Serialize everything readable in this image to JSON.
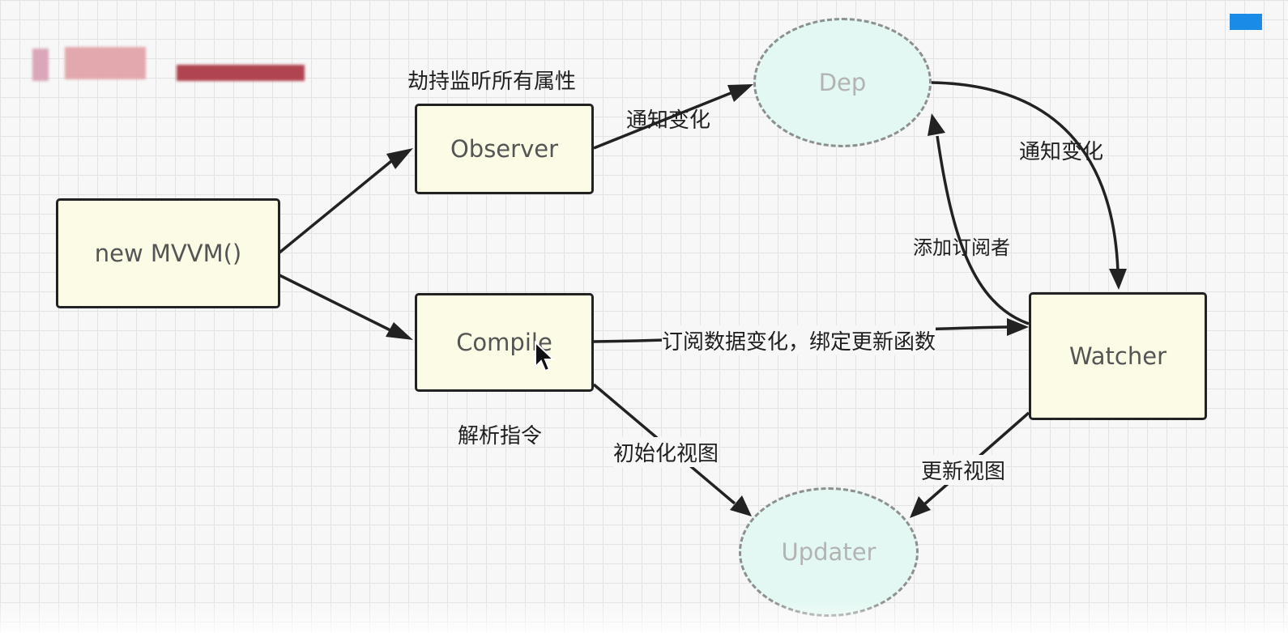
{
  "diagram": {
    "nodes": {
      "mvvm": "new MVVM()",
      "observer": "Observer",
      "compile": "Compile",
      "dep": "Dep",
      "watcher": "Watcher",
      "updater": "Updater"
    },
    "labels": {
      "hijack": "劫持监听所有属性",
      "notify_observer_dep": "通知变化",
      "notify_dep_watcher": "通知变化",
      "add_subscriber": "添加订阅者",
      "subscribe_bind": "订阅数据变化，绑定更新函数",
      "parse_directives": "解析指令",
      "init_view": "初始化视图",
      "update_view": "更新视图"
    }
  },
  "colors": {
    "rect_fill": "#fbfbe6",
    "ellipse_fill": "#e3f8f2",
    "selection_handle": "#1a8be6"
  },
  "icons": {
    "cursor": "mouse-pointer-icon"
  }
}
